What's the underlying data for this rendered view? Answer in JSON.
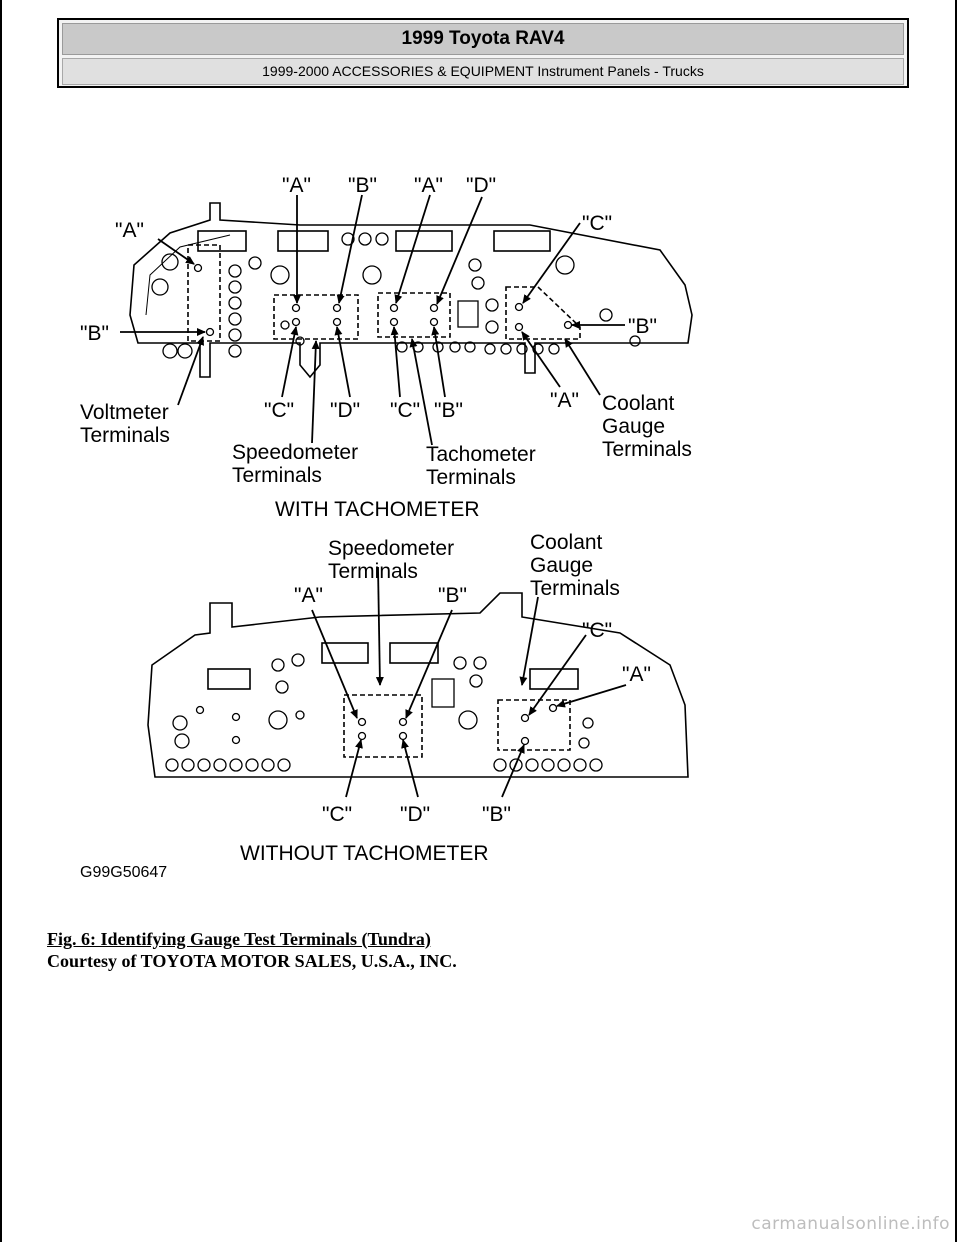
{
  "header": {
    "title": "1999 Toyota RAV4",
    "subtitle": "1999-2000 ACCESSORIES & EQUIPMENT Instrument Panels - Trucks"
  },
  "figure": {
    "labels": {
      "top_a1": "\"A\"",
      "top_b1": "\"B\"",
      "top_a2": "\"A\"",
      "top_d1": "\"D\"",
      "left_a": "\"A\"",
      "right_c": "\"C\"",
      "left_b": "\"B\"",
      "right_b": "\"B\"",
      "bot_c1": "\"C\"",
      "bot_d1": "\"D\"",
      "bot_c2": "\"C\"",
      "bot_b1": "\"B\"",
      "bot_a1": "\"A\"",
      "voltmeter_1": "Voltmeter",
      "voltmeter_2": "Terminals",
      "speedo1_1": "Speedometer",
      "speedo1_2": "Terminals",
      "tacho_1": "Tachometer",
      "tacho_2": "Terminals",
      "coolant1_1": "Coolant",
      "coolant1_2": "Gauge",
      "coolant1_3": "Terminals",
      "with_tach": "WITH TACHOMETER",
      "speedo2_1": "Speedometer",
      "speedo2_2": "Terminals",
      "coolant2_1": "Coolant",
      "coolant2_2": "Gauge",
      "coolant2_3": "Terminals",
      "l2_a1": "\"A\"",
      "l2_b1": "\"B\"",
      "l2_c_right": "\"C\"",
      "l2_a_right": "\"A\"",
      "l2_c_bot": "\"C\"",
      "l2_d_bot": "\"D\"",
      "l2_b_bot": "\"B\"",
      "without_tach": "WITHOUT TACHOMETER",
      "fig_code": "G99G50647"
    }
  },
  "caption": {
    "title": "Fig. 6: Identifying Gauge Test Terminals (Tundra)",
    "credit": "Courtesy of TOYOTA MOTOR SALES, U.S.A., INC."
  },
  "watermark": "carmanualsonline.info"
}
